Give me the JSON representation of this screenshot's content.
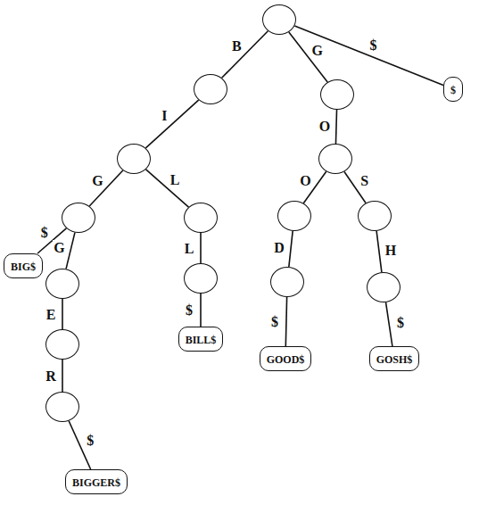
{
  "diagram": {
    "nodes": [
      {
        "text": []
      },
      {
        "text": []
      },
      {
        "text": []
      },
      {
        "text": [
          "$"
        ]
      },
      {
        "text": []
      },
      {
        "text": []
      },
      {
        "text": []
      },
      {
        "text": []
      },
      {
        "text": []
      },
      {
        "text": []
      },
      {
        "text": [
          "BIG$"
        ]
      },
      {
        "text": []
      },
      {
        "text": []
      },
      {
        "text": []
      },
      {
        "text": []
      },
      {
        "text": []
      },
      {
        "text": [
          "BILL$"
        ]
      },
      {
        "text": [
          "GOOD$"
        ]
      },
      {
        "text": [
          "GOSH$"
        ]
      },
      {
        "text": []
      },
      {
        "text": [
          "BIGGER$"
        ]
      }
    ],
    "edges": [
      {
        "from": 0,
        "to": 1,
        "arrow": "none",
        "label": "B"
      },
      {
        "from": 0,
        "to": 2,
        "arrow": "none",
        "label": "G"
      },
      {
        "from": 0,
        "to": 3,
        "arrow": "none",
        "label": "$"
      },
      {
        "from": 1,
        "to": 4,
        "arrow": "none",
        "label": "I"
      },
      {
        "from": 2,
        "to": 5,
        "arrow": "none",
        "label": "O"
      },
      {
        "from": 4,
        "to": 6,
        "arrow": "none",
        "label": "G"
      },
      {
        "from": 4,
        "to": 7,
        "arrow": "none",
        "label": "L"
      },
      {
        "from": 5,
        "to": 8,
        "arrow": "none",
        "label": "O"
      },
      {
        "from": 5,
        "to": 9,
        "arrow": "none",
        "label": "S"
      },
      {
        "from": 6,
        "to": 10,
        "arrow": "none",
        "label": "$"
      },
      {
        "from": 6,
        "to": 11,
        "arrow": "none",
        "label": "G"
      },
      {
        "from": 7,
        "to": 12,
        "arrow": "none",
        "label": "L"
      },
      {
        "from": 8,
        "to": 13,
        "arrow": "none",
        "label": "D"
      },
      {
        "from": 9,
        "to": 14,
        "arrow": "none",
        "label": "H"
      },
      {
        "from": 11,
        "to": 15,
        "arrow": "none",
        "label": "E"
      },
      {
        "from": 12,
        "to": 16,
        "arrow": "none",
        "label": "$"
      },
      {
        "from": 13,
        "to": 17,
        "arrow": "none",
        "label": "$"
      },
      {
        "from": 14,
        "to": 18,
        "arrow": "none",
        "label": "$"
      },
      {
        "from": 15,
        "to": 19,
        "arrow": "none",
        "label": "R"
      },
      {
        "from": 19,
        "to": 20,
        "arrow": "none",
        "label": "$"
      }
    ]
  }
}
